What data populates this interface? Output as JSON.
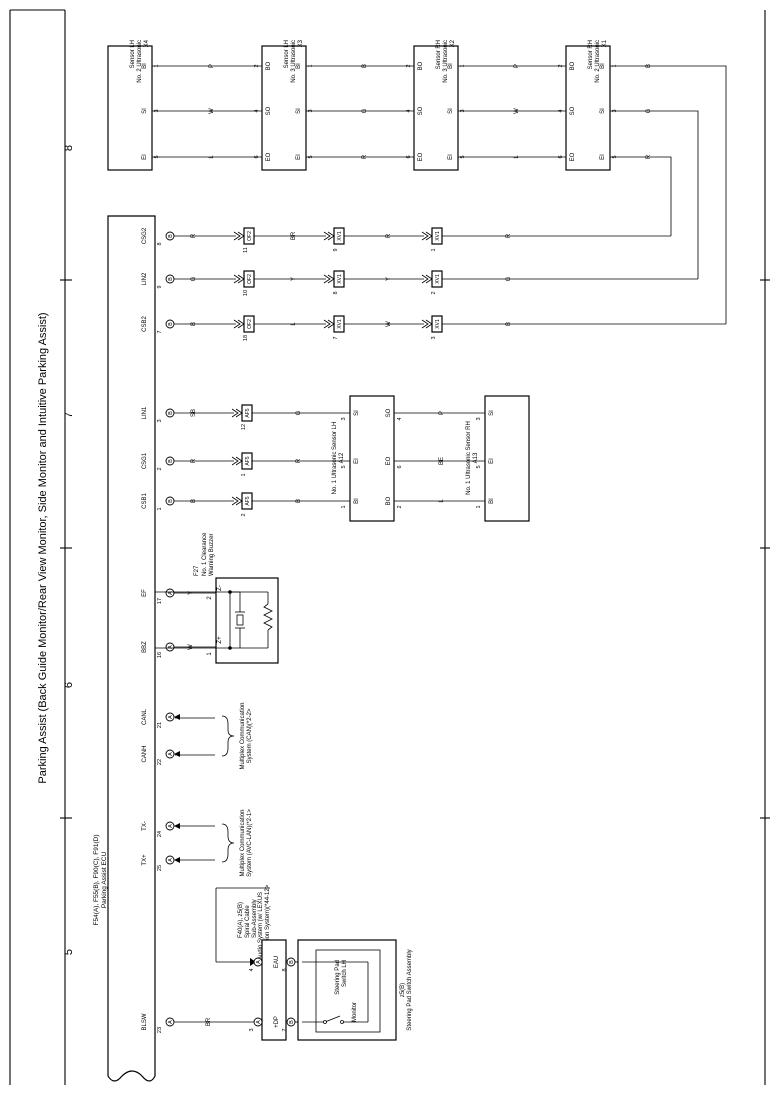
{
  "title": "Parking Assist (Back Guide Monitor/Rear View Monitor, Side Monitor and Intuitive Parking Assist)",
  "grid_numbers": [
    "8",
    "7",
    "6",
    "5"
  ],
  "ecu": {
    "code": "F54(A), F55(B), F90(C), F91(D)",
    "name": "Parking Assist ECU"
  },
  "sensors": [
    {
      "id": "X4",
      "name1": "No. 2 Ultrasonic",
      "name2": "Sensor LH",
      "pins": [
        "BI",
        "SI",
        "EI"
      ],
      "nums": [
        "1",
        "3",
        "5"
      ]
    },
    {
      "id": "X3",
      "name1": "No. 3 Ultrasonic",
      "name2": "Sensor LH",
      "pins_l": [
        "BO",
        "SO",
        "EO"
      ],
      "nums_l": [
        "2",
        "4",
        "6"
      ],
      "pins_r": [
        "BI",
        "SI",
        "EI"
      ],
      "nums_r": [
        "1",
        "3",
        "5"
      ]
    },
    {
      "id": "X2",
      "name1": "No. 3 Ultrasonic",
      "name2": "Sensor RH",
      "pins_l": [
        "BO",
        "SO",
        "EO"
      ],
      "nums_l": [
        "2",
        "4",
        "6"
      ],
      "pins_r": [
        "BI",
        "SI",
        "EI"
      ],
      "nums_r": [
        "1",
        "3",
        "5"
      ]
    },
    {
      "id": "X1",
      "name1": "No. 2 Ultrasonic",
      "name2": "Sensor RH",
      "pins_l": [
        "BO",
        "SO",
        "EO"
      ],
      "nums_l": [
        "2",
        "4",
        "6"
      ],
      "pins_r": [
        "BI",
        "SI",
        "EI"
      ],
      "nums_r": [
        "1",
        "3",
        "5"
      ]
    }
  ],
  "top_wire_colors": [
    [
      "P",
      "B",
      "P",
      "B"
    ],
    [
      "W",
      "G",
      "W",
      "G"
    ],
    [
      "L",
      "R",
      "L",
      "R"
    ]
  ],
  "ecu_pins": [
    {
      "label": "CSG2",
      "num": "8",
      "conn": "B",
      "c1": "OF2",
      "n1": "11",
      "c2": "XV1",
      "n2": "9",
      "c3": "XV1",
      "n3": "1",
      "colors": [
        "R",
        "BR",
        "R",
        "R"
      ]
    },
    {
      "label": "LIN2",
      "num": "9",
      "conn": "B",
      "c1": "OF2",
      "n1": "10",
      "c2": "XV1",
      "n2": "8",
      "c3": "XV1",
      "n3": "2",
      "colors": [
        "G",
        "Y",
        "Y",
        "G"
      ]
    },
    {
      "label": "CSB2",
      "num": "7",
      "conn": "B",
      "c1": "OF2",
      "n1": "18",
      "c2": "XV1",
      "n2": "7",
      "c3": "XV1",
      "n3": "3",
      "colors": [
        "B",
        "L",
        "W",
        "B"
      ]
    },
    {
      "label": "LIN1",
      "num": "3",
      "conn": "B",
      "c1": "AF5",
      "n1": "12",
      "colors": [
        "SB",
        "G"
      ]
    },
    {
      "label": "CSG1",
      "num": "2",
      "conn": "B",
      "c1": "AF5",
      "n1": "1",
      "colors": [
        "R",
        "R"
      ]
    },
    {
      "label": "CSB1",
      "num": "1",
      "conn": "B",
      "c1": "AF5",
      "n1": "2",
      "colors": [
        "B",
        "B"
      ]
    },
    {
      "label": "EF",
      "num": "17",
      "conn": "A",
      "colors": [
        "Y"
      ]
    },
    {
      "label": "BBZ",
      "num": "16",
      "conn": "A",
      "colors": [
        "W"
      ]
    },
    {
      "label": "CANL",
      "num": "21",
      "conn": "A"
    },
    {
      "label": "CANH",
      "num": "22",
      "conn": "A"
    },
    {
      "label": "TX-",
      "num": "24",
      "conn": "A"
    },
    {
      "label": "TX+",
      "num": "25",
      "conn": "A"
    },
    {
      "label": "BLSW",
      "num": "23",
      "conn": "A",
      "colors": [
        "BR"
      ]
    }
  ],
  "a12": {
    "id": "A12",
    "name": "No. 1 Ultrasonic Sensor LH",
    "pins_l": [
      "SI",
      "EI",
      "BI"
    ],
    "nums_l": [
      "3",
      "5",
      "1"
    ],
    "pins_r": [
      "SO",
      "EO",
      "BO"
    ],
    "nums_r": [
      "4",
      "6",
      "2"
    ]
  },
  "a13": {
    "id": "A13",
    "name": "No. 1 Ultrasonic Sensor RH",
    "pins": [
      "SI",
      "EI",
      "BI"
    ],
    "nums": [
      "3",
      "5",
      "1"
    ]
  },
  "a12_a13_colors": [
    "P",
    "BE",
    "L"
  ],
  "buzzer": {
    "id": "F27",
    "name1": "No. 1 Clearance",
    "name2": "Warning Buzzer",
    "pin_minus": "Z-",
    "pin_plus": "Z+",
    "num_minus": "2",
    "num_plus": "1"
  },
  "can_label": [
    "Multiplex Communication",
    "System (CAN)(*2-2>"
  ],
  "avc_label": [
    "Multiplex Communication",
    "System (AVC-LAN)(*2-1>"
  ],
  "nav_label": [
    "Audio System (w/ LEXUS",
    "Navigation System)(*44-12>"
  ],
  "spiral": {
    "code": "F40(A), z5(B)",
    "name1": "Spiral Cable",
    "name2": "Sub-Assembly",
    "pin_top": "EAU",
    "pin_bot": "+DP",
    "n_top_l": "4",
    "n_top_r": "8",
    "n_bot_l": "3",
    "n_bot_r": "7",
    "conn_top_l": "A",
    "conn_top_r": "B",
    "conn_bot_l": "A",
    "conn_bot_r": "B"
  },
  "steering": {
    "code": "z5(B)",
    "name": "Steering Pad Switch Assembly",
    "inner1": "Steering Pad",
    "inner2": "Switch LH",
    "switch": "Monitor"
  }
}
